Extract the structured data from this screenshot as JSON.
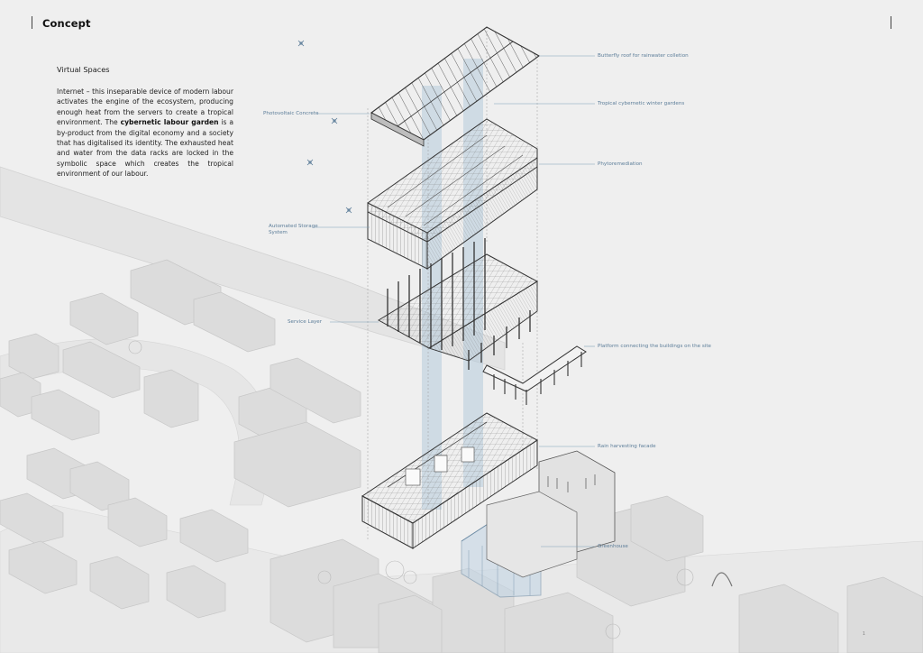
{
  "header": {
    "title": "Concept"
  },
  "intro": {
    "heading": "Virtual Spaces",
    "text_before": "Internet – this inseparable device of modern labour activates the engine of the ecosystem, producing enough heat from the servers to create a tropical environment. The ",
    "highlight": "cybernetic labour garden",
    "text_after": " is a by-product from the digital economy and a society that has digitalised its identity. The exhausted heat and water from the data racks are locked in the symbolic space which creates the tropical environment of our labour."
  },
  "labels": {
    "butterfly_roof": "Butterfly roof for rainwater colletion",
    "winter_gardens": "Tropical cybernetic winter gardens",
    "photovoltaic": "Photovoltaic Concrete",
    "phytoremediation": "Phytoremediation",
    "storage_line1": "Automated Storage",
    "storage_line2": "System",
    "service_layer": "Service Layer",
    "platform": "Platform connecting the buildings on the site",
    "facade": "Rain harvesting facade",
    "greenhouse": "Greenhouse"
  },
  "page": {
    "number": "1"
  },
  "colors": {
    "accent": "#5c7d99",
    "background": "#efefef",
    "lines": "#4a4a4a",
    "context": "#dadada"
  }
}
